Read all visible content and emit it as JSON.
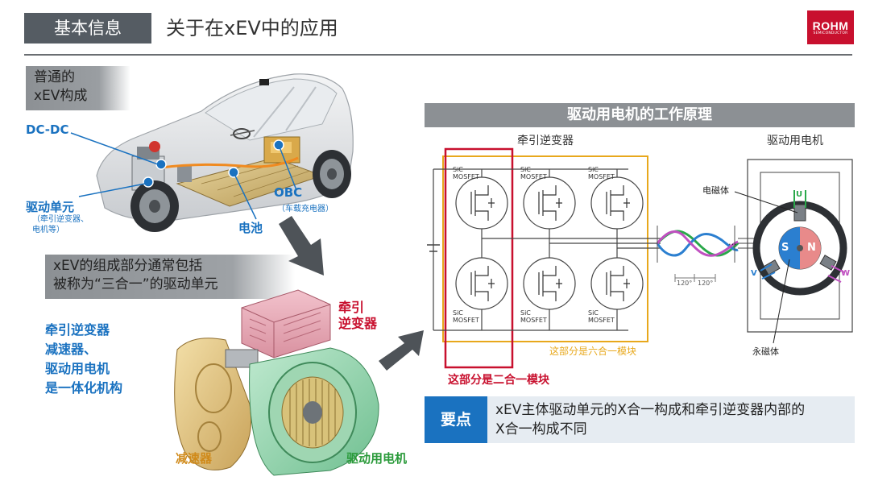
{
  "header": {
    "tag": "基本信息",
    "title": "关于在xEV中的应用",
    "logo_main": "ROHM",
    "logo_sub": "SEMICONDUCTOR"
  },
  "car": {
    "heading_line1": "普通的",
    "heading_line2": "xEV构成",
    "dcdc": "DC-DC",
    "drive_unit": "驱动单元",
    "drive_unit_note1": "（牵引逆变器、",
    "drive_unit_note2": "电机等）",
    "battery": "电池",
    "obc": "OBC",
    "obc_note": "（车载充电器）"
  },
  "components": {
    "heading_line1": "xEV的组成部分通常包括",
    "heading_line2": "被称为“三合一”的驱动单元",
    "desc_lines": [
      "牵引逆变器",
      "减速器、",
      "驱动用电机",
      "是一体化机构"
    ],
    "inverter_label_line1": "牵引",
    "inverter_label_line2": "逆变器",
    "reducer_label": "减速器",
    "motor_label": "驱动用电机"
  },
  "principle": {
    "title": "驱动用电机的工作原理",
    "inverter_title": "牵引逆变器",
    "motor_title": "驱动用电机",
    "sic": "SiC",
    "mosfet": "MOSFET",
    "electromagnet": "电磁体",
    "permanent_magnet": "永磁体",
    "phase_u": "U",
    "phase_v": "V",
    "phase_w": "W",
    "pole_s": "S",
    "pole_n": "N",
    "angle": "120°",
    "ellipsis": "…",
    "six_in_one": "这部分是六合一模块",
    "two_in_one": "这部分是二合一模块"
  },
  "key_point": {
    "label": "要点",
    "text_line1": "xEV主体驱动单元的X合一构成和牵引逆变器内部的",
    "text_line2": "X合一构成不同"
  },
  "colors": {
    "accent_blue": "#1a72c0",
    "red": "#c8102e",
    "gold": "#e8a81c",
    "gray_band": "#8c9094"
  }
}
